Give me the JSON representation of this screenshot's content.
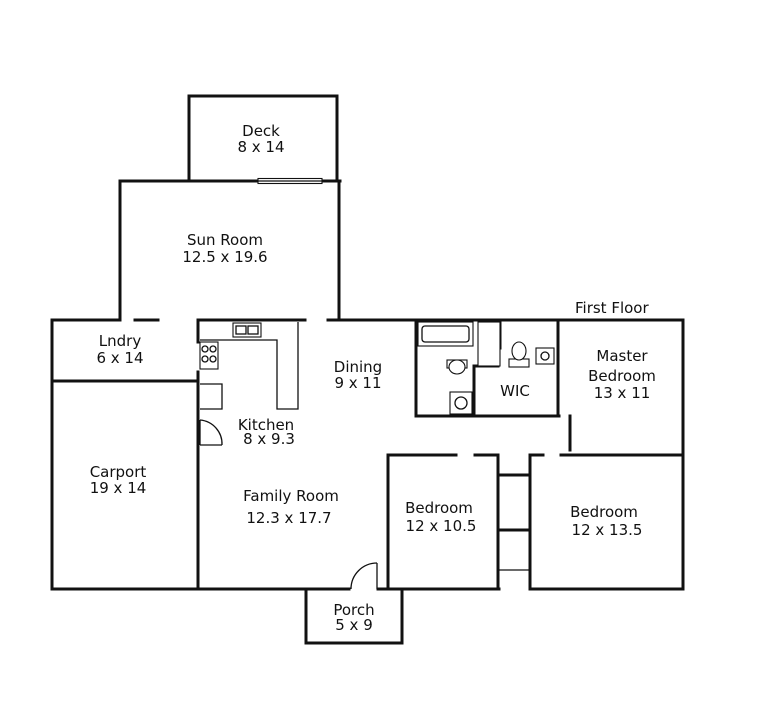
{
  "floor_label": "First Floor",
  "rooms": {
    "deck": {
      "name": "Deck",
      "size": "8 x 14"
    },
    "sun_room": {
      "name": "Sun Room",
      "size": "12.5 x 19.6"
    },
    "laundry": {
      "name": "Lndry",
      "size": "6 x 14"
    },
    "dining": {
      "name": "Dining",
      "size": "9 x 11"
    },
    "wic": {
      "name": "WIC"
    },
    "master_bedroom": {
      "name_line1": "Master",
      "name_line2": "Bedroom",
      "size": "13 x 11"
    },
    "kitchen": {
      "name": "Kitchen",
      "size": "8 x 9.3"
    },
    "carport": {
      "name": "Carport",
      "size": "19 x 14"
    },
    "family_room": {
      "name": "Family Room",
      "size": "12.3 x 17.7"
    },
    "bedroom_2": {
      "name": "Bedroom",
      "size": "12 x 10.5"
    },
    "bedroom_3": {
      "name": "Bedroom",
      "size": "12 x 13.5"
    },
    "porch": {
      "name": "Porch",
      "size": "5 x 9"
    }
  }
}
